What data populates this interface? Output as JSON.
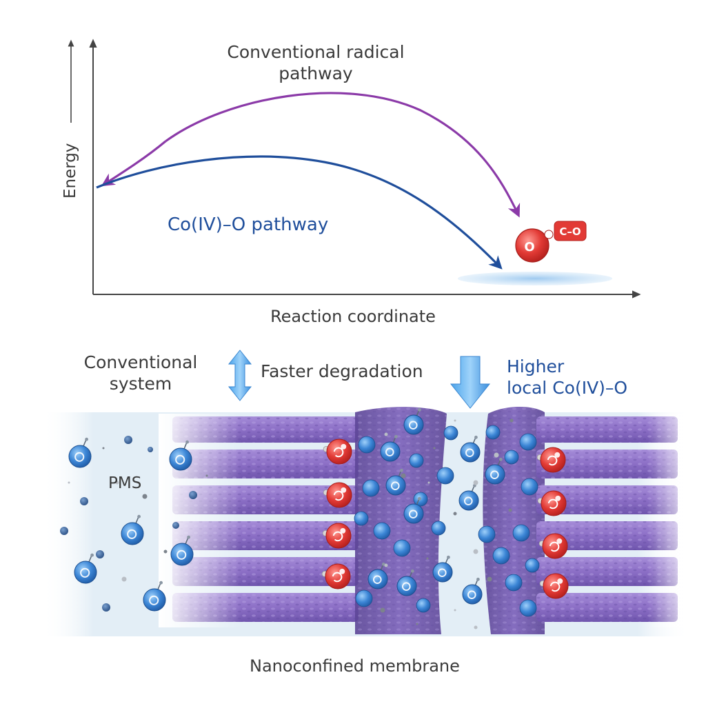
{
  "energy_diagram": {
    "y_axis_label": "Energy",
    "x_axis_label": "Reaction coordinate",
    "radical_pathway_label_line1": "Conventional radical",
    "radical_pathway_label_line2": "pathway",
    "cov_pathway_label": "Co(IV)–O pathway",
    "product_badge": "C–O",
    "product_molecule_label": "O",
    "radical_color": "#8b3aa8",
    "cov_color": "#1f4e9b"
  },
  "membrane_panel": {
    "conventional_line1": "Conventional",
    "conventional_line2": "system",
    "faster_label": "Faster degradation",
    "higher_line1": "Higher",
    "higher_line2": "local Co(IV)–O",
    "pms_label": "PMS",
    "caption": "Nanoconfined membrane",
    "sheet_color": "#8c6fc6",
    "co_species_color": "#e23a35",
    "pms_color": "#3c86d6"
  }
}
